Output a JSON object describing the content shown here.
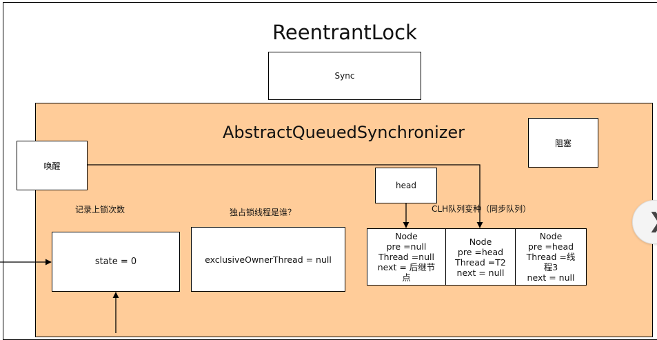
{
  "title": "ReentrantLock",
  "sync_label": "Sync",
  "aqs_title": "AbstractQueuedSynchronizer",
  "block_label": "阻塞",
  "wake_label": "唤醒",
  "head_label": "head",
  "clh_label": "CLH队列变种（同步队列）",
  "state_caption": "记录上锁次数",
  "owner_caption": "独占锁线程是谁？",
  "state_box": "state = 0",
  "owner_box": "exclusiveOwnerThread = null",
  "nodes": [
    [
      "Node",
      "pre =null",
      "Thread =null",
      "next = 后继节",
      "点"
    ],
    [
      "Node",
      "pre =head",
      "Thread =T2",
      "next = null"
    ],
    [
      "Node",
      "pre =head",
      "Thread =线",
      "程3",
      "next = null"
    ]
  ],
  "colors": {
    "aqs_fill": "#ffcc99",
    "stroke": "#000000"
  },
  "icons": {
    "next": "chevron-right-icon"
  },
  "next_glyph": "❯"
}
